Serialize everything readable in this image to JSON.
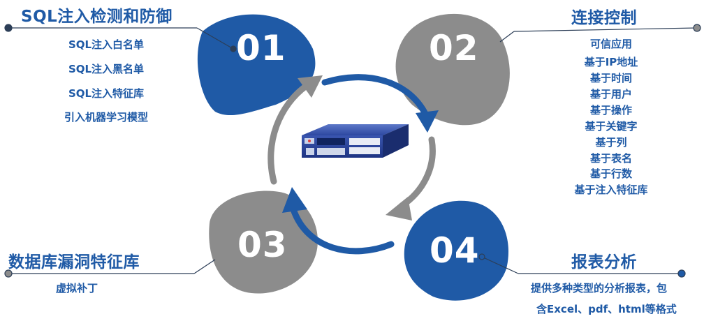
{
  "colors": {
    "blue": "#1f5aa6",
    "gray": "#8c8c8c",
    "dark": "#2c3e57"
  },
  "center_image": "server-appliance",
  "sections": [
    {
      "number": "01",
      "title": "SQL注入检测和防御",
      "items": [
        "SQL注入白名单",
        "SQL注入黑名单",
        "SQL注入特征库",
        "引入机器学习模型"
      ]
    },
    {
      "number": "02",
      "title": "连接控制",
      "items": [
        "可信应用",
        "基于IP地址",
        "基于时间",
        "基于用户",
        "基于操作",
        "基于关键字",
        "基于列",
        "基于表名",
        "基于行数",
        "基于注入特征库"
      ]
    },
    {
      "number": "03",
      "title": "数据库漏洞特征库",
      "items": [
        "虚拟补丁"
      ]
    },
    {
      "number": "04",
      "title": "报表分析",
      "items": [
        "提供多种类型的分析报表，包",
        "含Excel、pdf、html等格式"
      ]
    }
  ]
}
